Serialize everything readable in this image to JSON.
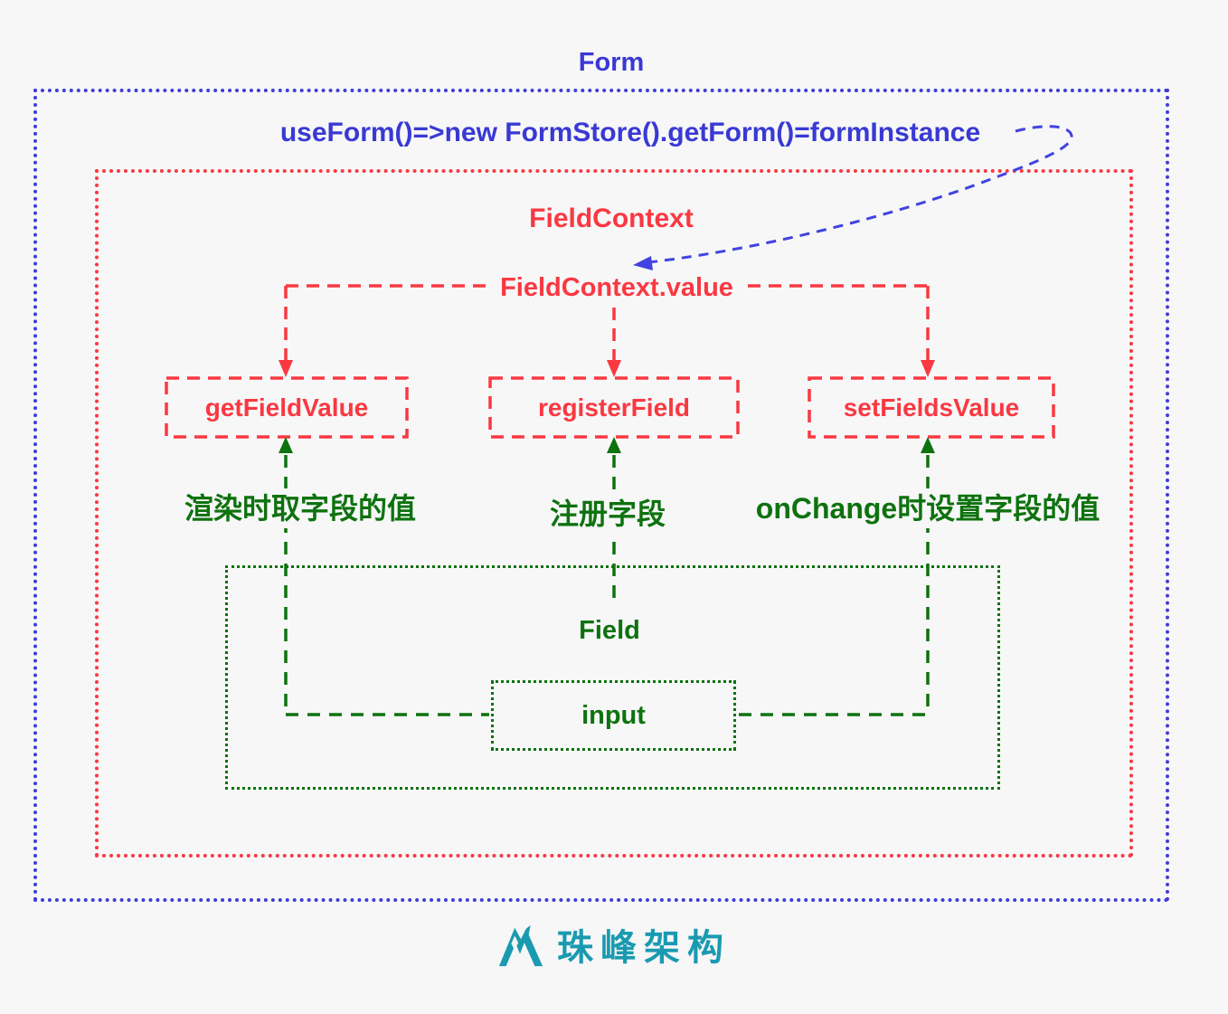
{
  "colors": {
    "background": "#f7f7f8",
    "blue": "#3939d4",
    "red": "#fa3841",
    "green": "#0e720e",
    "teal": "#1a9ab0"
  },
  "form": {
    "title": "Form",
    "formula": "useForm()=>new FormStore().getForm()=formInstance"
  },
  "field_context": {
    "title": "FieldContext",
    "value_label": "FieldContext.value",
    "methods": [
      {
        "label": "getFieldValue",
        "annotation": "渲染时取字段的值"
      },
      {
        "label": "registerField",
        "annotation": "注册字段"
      },
      {
        "label": "setFieldsValue",
        "annotation": "onChange时设置字段的值"
      }
    ]
  },
  "field": {
    "title": "Field",
    "input_label": "input"
  },
  "logo": {
    "icon": "mountain-peak-icon",
    "text": "珠峰架构"
  }
}
